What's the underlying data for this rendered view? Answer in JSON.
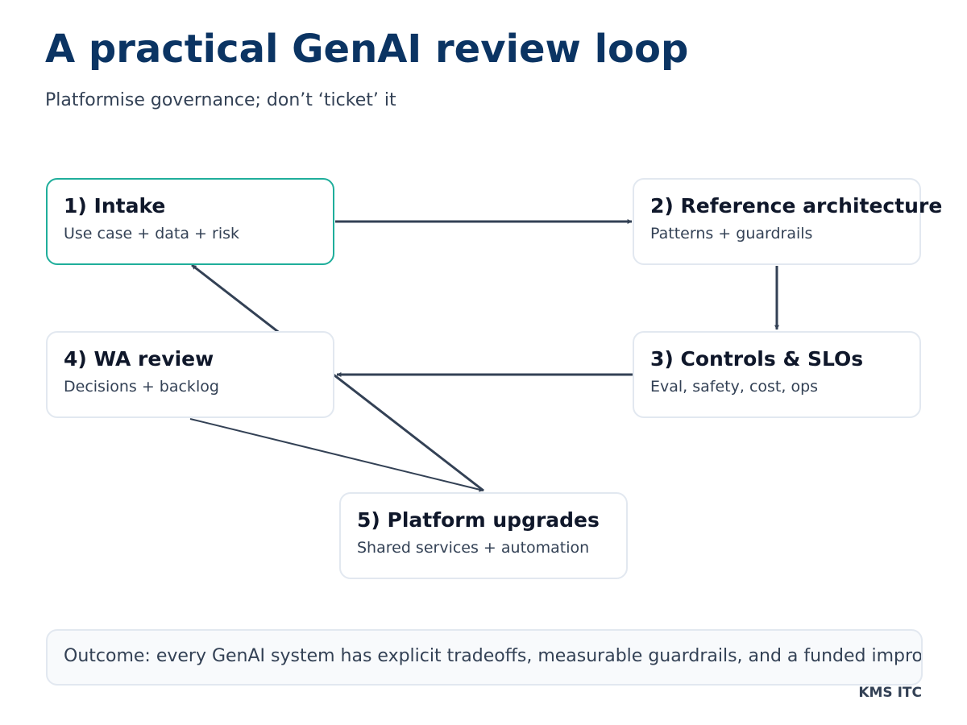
{
  "header": {
    "title": "A practical GenAI review loop",
    "subtitle": "Platformise governance; don’t ‘ticket’ it"
  },
  "steps": [
    {
      "title": "1) Intake",
      "subtitle": "Use case + data + risk"
    },
    {
      "title": "2) Reference architecture",
      "subtitle": "Patterns + guardrails"
    },
    {
      "title": "3) Controls & SLOs",
      "subtitle": "Eval, safety, cost, ops"
    },
    {
      "title": "4) WA review",
      "subtitle": "Decisions + backlog"
    },
    {
      "title": "5) Platform upgrades",
      "subtitle": "Shared services + automation"
    }
  ],
  "outcome": "Outcome: every GenAI system has explicit tradeoffs, measurable guardrails, and a funded improvement path",
  "footer": "KMS ITC",
  "colors": {
    "title": "#0b3463",
    "active_border": "#1fae9b",
    "box_border": "#e2e8f0",
    "arrow": "#334155",
    "text": "#334155"
  }
}
